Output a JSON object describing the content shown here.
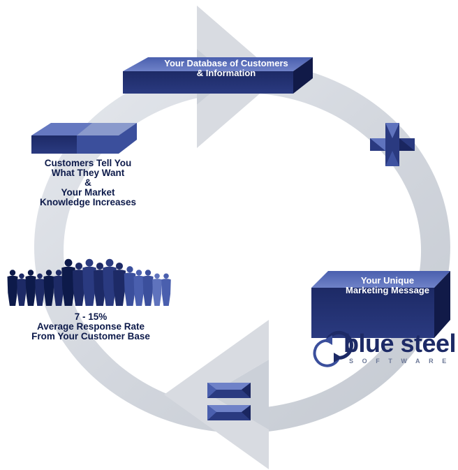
{
  "diagram": {
    "boxes": {
      "database": {
        "line1": "Your Database of Customers",
        "line2": "& Information"
      },
      "marketing": {
        "line1": "Your Unique",
        "line2": "Marketing Message"
      }
    },
    "labels": {
      "customers": {
        "line1": "Customers Tell You",
        "line2": "What They Want",
        "line3": "&",
        "line4": "Your Market",
        "line5": "Knowledge Increases"
      },
      "response": {
        "line1": "7 - 15%",
        "line2": "Average Response Rate",
        "line3": "From Your Customer Base"
      }
    },
    "symbols": {
      "plus": "plus-icon",
      "equals": "equals-icon"
    }
  },
  "logo": {
    "name": "blue steel",
    "sub": "SOFTWARE"
  },
  "colors": {
    "navy": "#1d2a66",
    "blue": "#3b4f9c",
    "light": "#8a9acc",
    "arrow": "#d4d8de"
  }
}
